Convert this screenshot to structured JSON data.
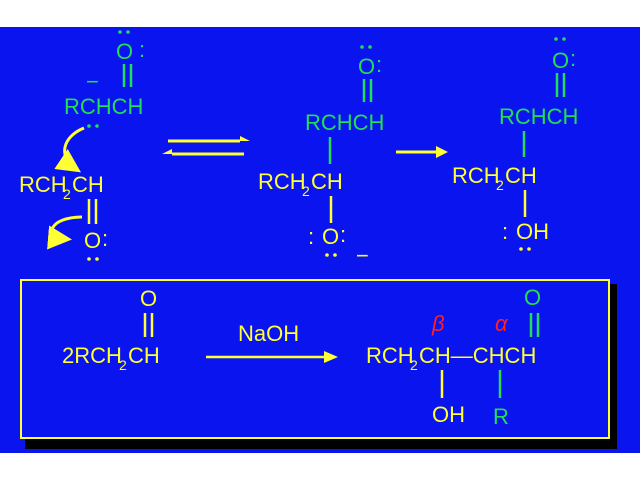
{
  "mechanism": {
    "enolate": {
      "charge": "−",
      "o_label": "O",
      "colon": ":",
      "group": "RCHCH"
    },
    "aldehyde": {
      "group_a": "RCH",
      "sub": "2",
      "group_b": "CH",
      "o_label": "O",
      "colon": ":"
    },
    "alkoxide": {
      "o_top": "O",
      "colon_top": ":",
      "top_group": "RCHCH",
      "group_a": "RCH",
      "sub": "2",
      "group_b": "CH",
      "colon_left": ":",
      "o_bottom": "O",
      "colon_right": ":",
      "charge": "−"
    },
    "aldol": {
      "o_top": "O",
      "colon_top": ":",
      "top_group": "RCHCH",
      "group_a": "RCH",
      "sub": "2",
      "group_b": "CH",
      "colon_left": ":",
      "oh": "OH"
    }
  },
  "summary": {
    "reactant_o": "O",
    "reactant_a": "2RCH",
    "reactant_sub": "2",
    "reactant_b": "CH",
    "reagent": "NaOH",
    "beta": "β",
    "alpha": "α",
    "product_o": "O",
    "product_a": "RCH",
    "product_sub": "2",
    "product_b": "CH—CHCH",
    "product_oh": "OH",
    "product_r": "R"
  },
  "colors": {
    "background": "#0a14ee",
    "yellow": "#ffff33",
    "green": "#22dd55",
    "red": "#ff2020"
  }
}
